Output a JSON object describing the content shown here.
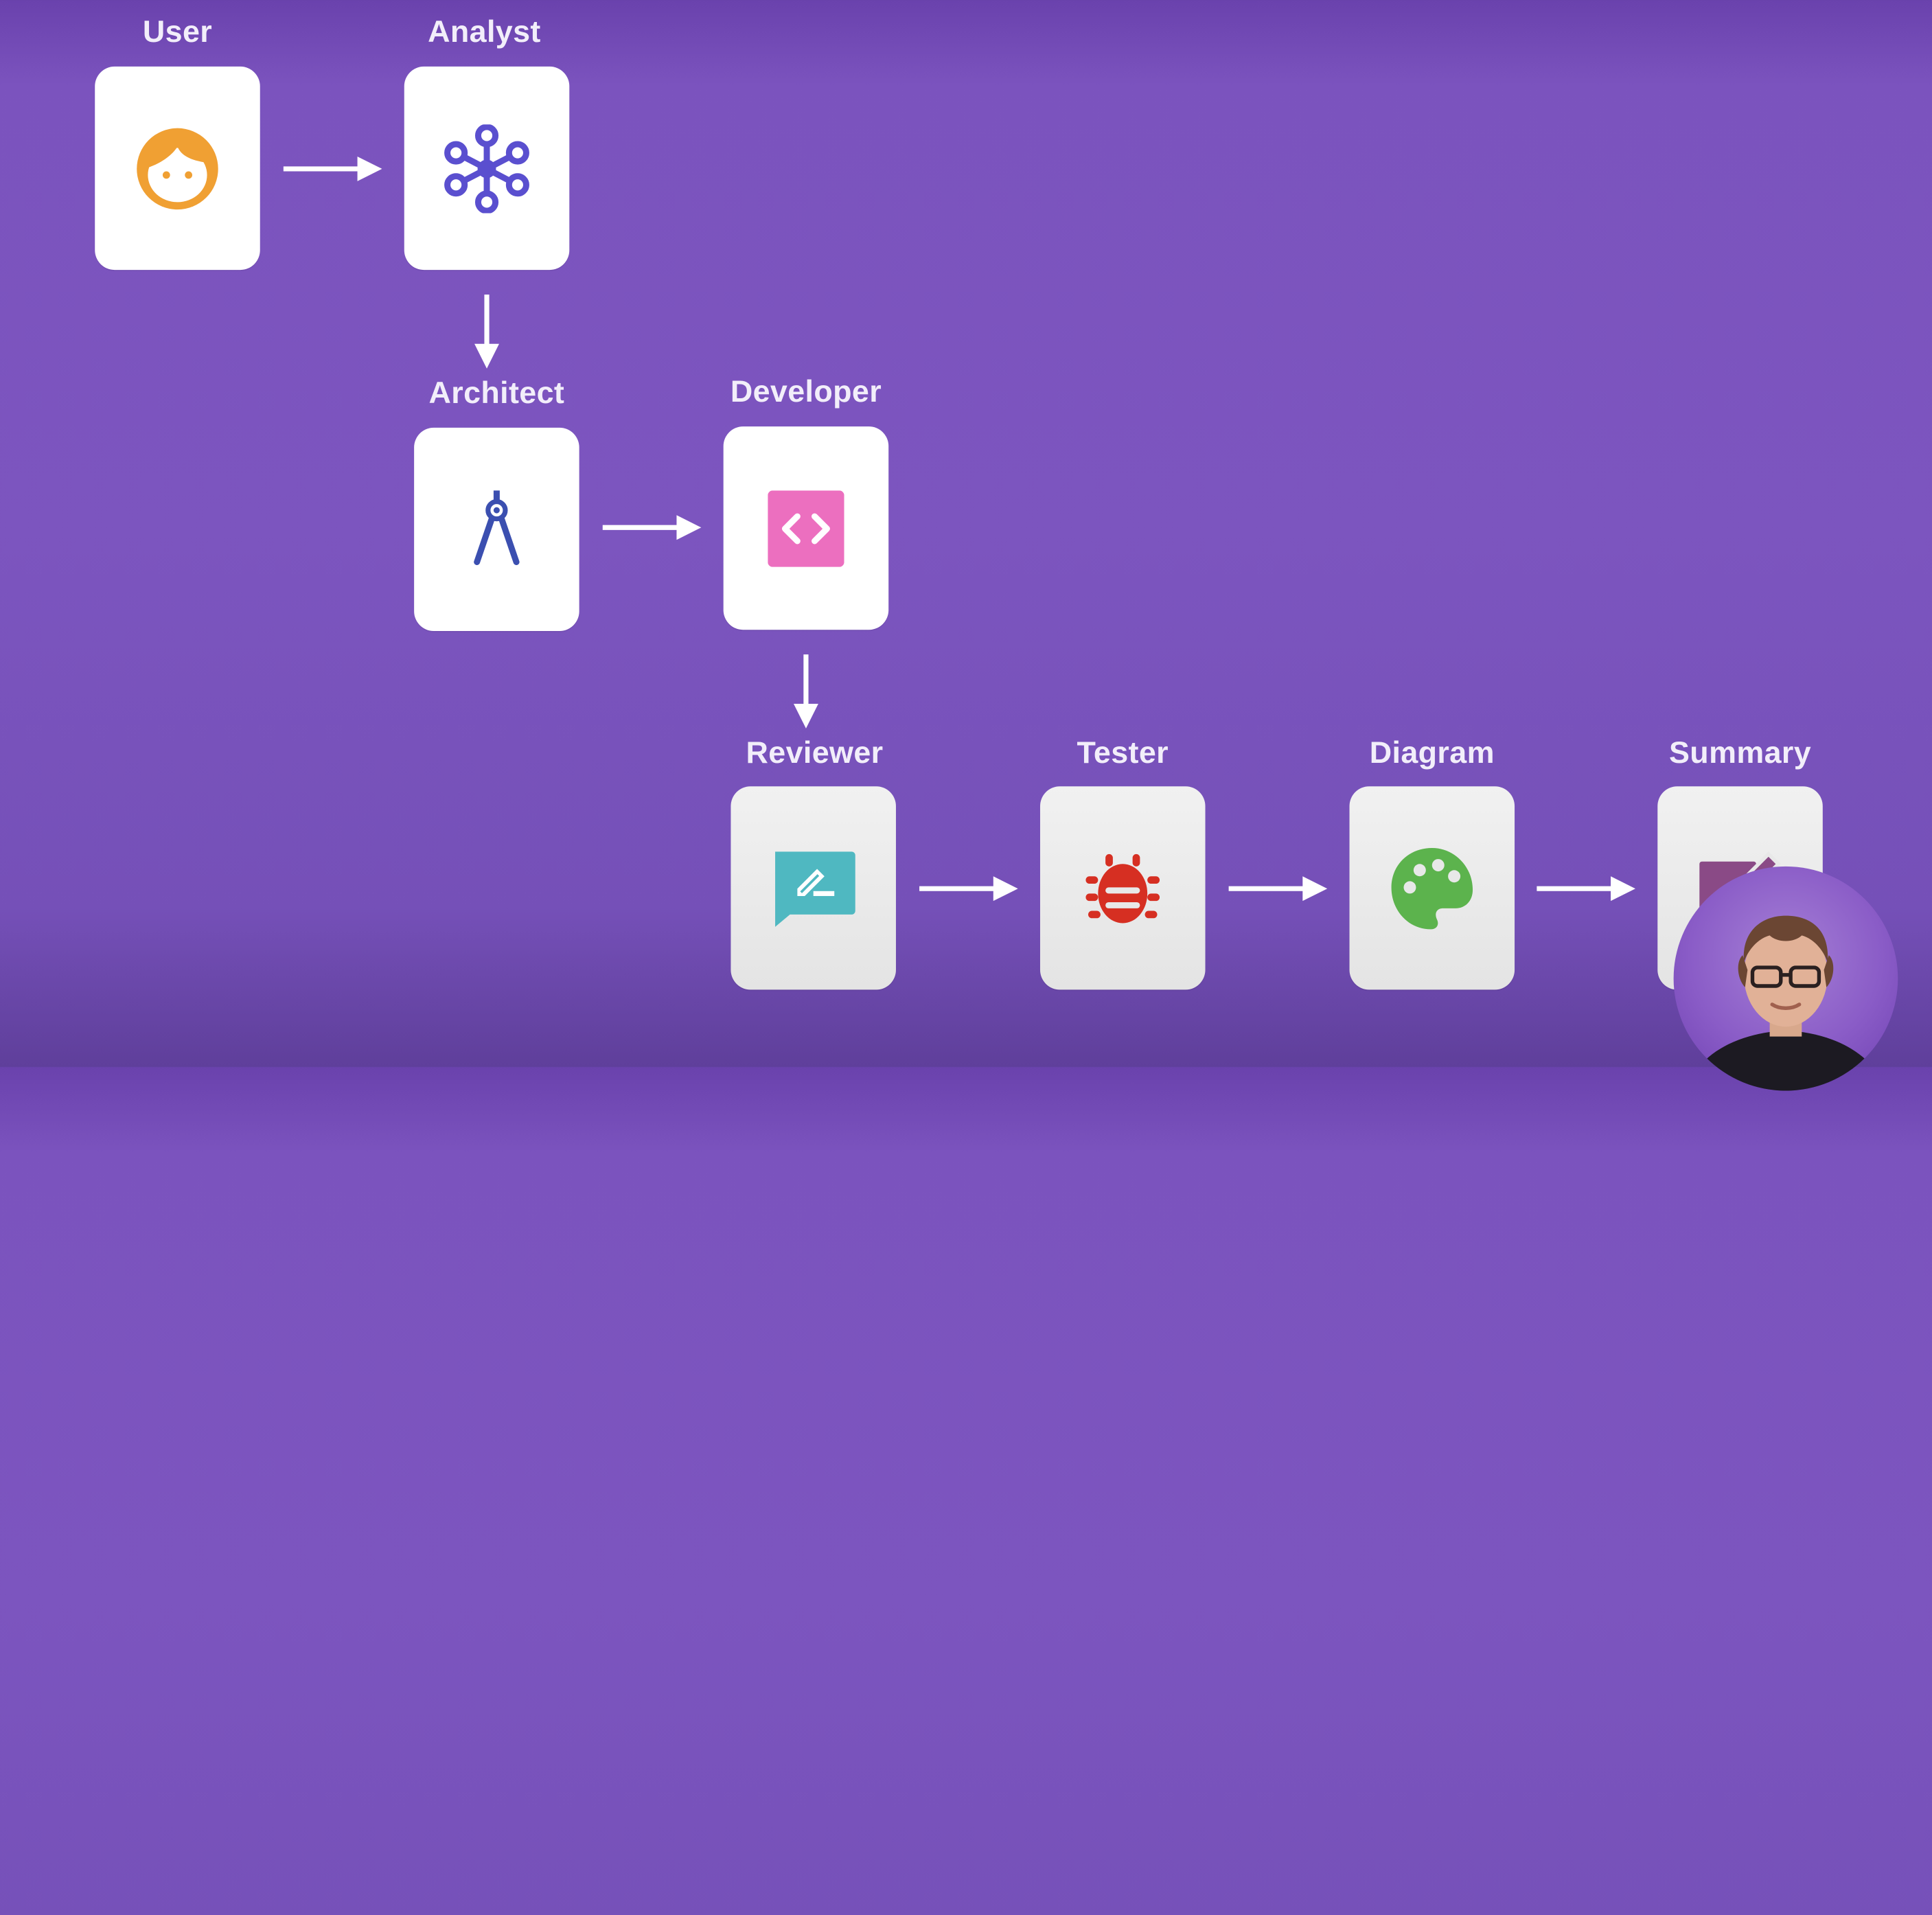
{
  "diagram": {
    "nodes": [
      {
        "id": "user",
        "label": "User",
        "icon": "face-icon",
        "color": "#f0a033"
      },
      {
        "id": "analyst",
        "label": "Analyst",
        "icon": "network-nodes-icon",
        "color": "#5a4fcf"
      },
      {
        "id": "architect",
        "label": "Architect",
        "icon": "drafting-compass-icon",
        "color": "#3b4fb0"
      },
      {
        "id": "developer",
        "label": "Developer",
        "icon": "code-brackets-icon",
        "color": "#ec6fbf"
      },
      {
        "id": "reviewer",
        "label": "Reviewer",
        "icon": "edit-comment-icon",
        "color": "#4fb8c1"
      },
      {
        "id": "tester",
        "label": "Tester",
        "icon": "bug-icon",
        "color": "#d62f22"
      },
      {
        "id": "diagram",
        "label": "Diagram",
        "icon": "palette-icon",
        "color": "#5cb34d"
      },
      {
        "id": "summary",
        "label": "Summary",
        "icon": "note-edit-icon",
        "color": "#8a4a86"
      }
    ],
    "edges": [
      [
        "user",
        "analyst"
      ],
      [
        "analyst",
        "architect"
      ],
      [
        "architect",
        "developer"
      ],
      [
        "developer",
        "reviewer"
      ],
      [
        "reviewer",
        "tester"
      ],
      [
        "tester",
        "diagram"
      ],
      [
        "diagram",
        "summary"
      ]
    ]
  },
  "colors": {
    "background": "#7b53be",
    "label_text": "#f2eefa",
    "arrow": "#ffffff"
  }
}
